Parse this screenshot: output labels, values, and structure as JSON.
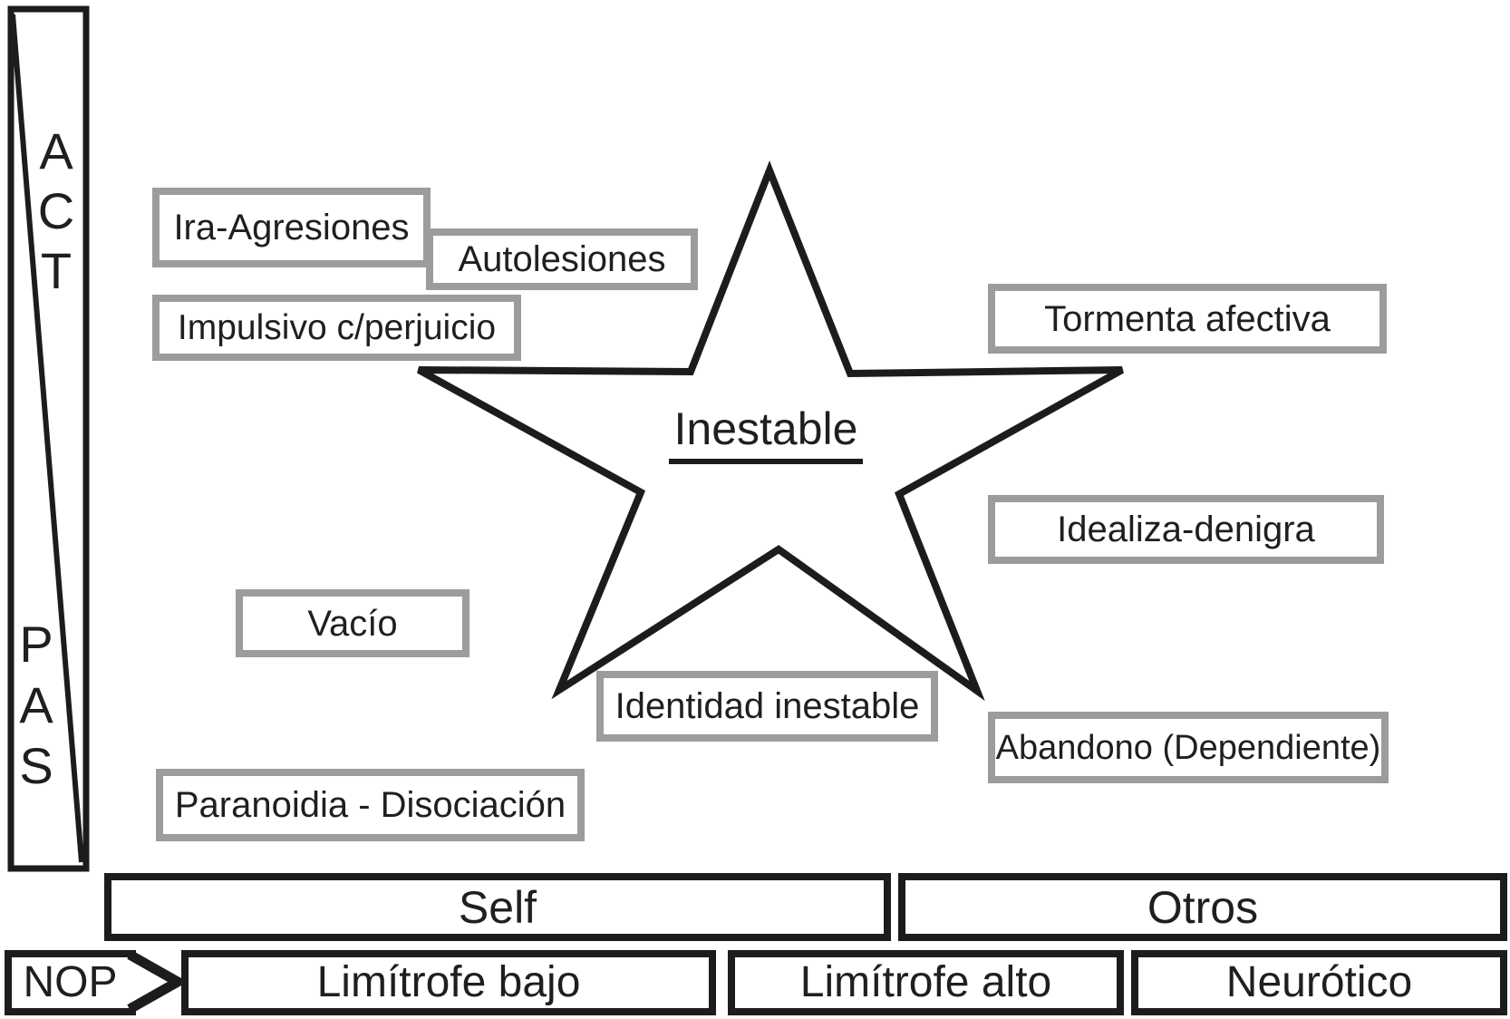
{
  "colors": {
    "ink": "#1c1c1c",
    "box_border": "#9c9c9c",
    "background": "#ffffff"
  },
  "axis": {
    "letters_top": [
      "A",
      "C",
      "T"
    ],
    "letters_bottom": [
      "P",
      "A",
      "S"
    ]
  },
  "star": {
    "label": "Inestable"
  },
  "symptoms": {
    "ira": {
      "label": "Ira-Agresiones"
    },
    "autolesiones": {
      "label": "Autolesiones"
    },
    "impulsivo": {
      "label": "Impulsivo c/perjuicio"
    },
    "tormenta": {
      "label": "Tormenta afectiva"
    },
    "idealiza": {
      "label": "Idealiza-denigra"
    },
    "vacio": {
      "label": "Vacío"
    },
    "identidad": {
      "label": "Identidad inestable"
    },
    "abandono": {
      "label": "Abandono (Dependiente)"
    },
    "paranoidia": {
      "label": "Paranoidia - Disociación"
    }
  },
  "bands": {
    "self": "Self",
    "otros": "Otros"
  },
  "spectrum": {
    "nop": "NOP",
    "limitrofe_bajo": "Limítrofe bajo",
    "limitrofe_alto": "Limítrofe alto",
    "neurotico": "Neurótico"
  }
}
